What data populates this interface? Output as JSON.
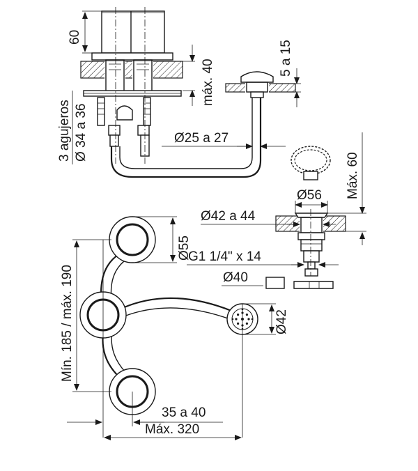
{
  "labels": {
    "h_60": "60",
    "max_40": "máx. 40",
    "range_5_15": "5 a 15",
    "holes_line1": "3 agujeros",
    "holes_line2": "Ø 34 a 36",
    "dia_25_27": "Ø25 a 27",
    "max_60": "Máx. 60",
    "dia_56": "Ø56",
    "dia_42_44": "Ø42 a 44",
    "dia_55": "Ø55",
    "thread": "G1 1/4\" x 14",
    "dia_40": "Ø40",
    "min_max": "Mín. 185 / máx. 190",
    "dia_42": "Ø42",
    "range_35_40": "35 a 40",
    "max_320": "Máx. 320"
  }
}
